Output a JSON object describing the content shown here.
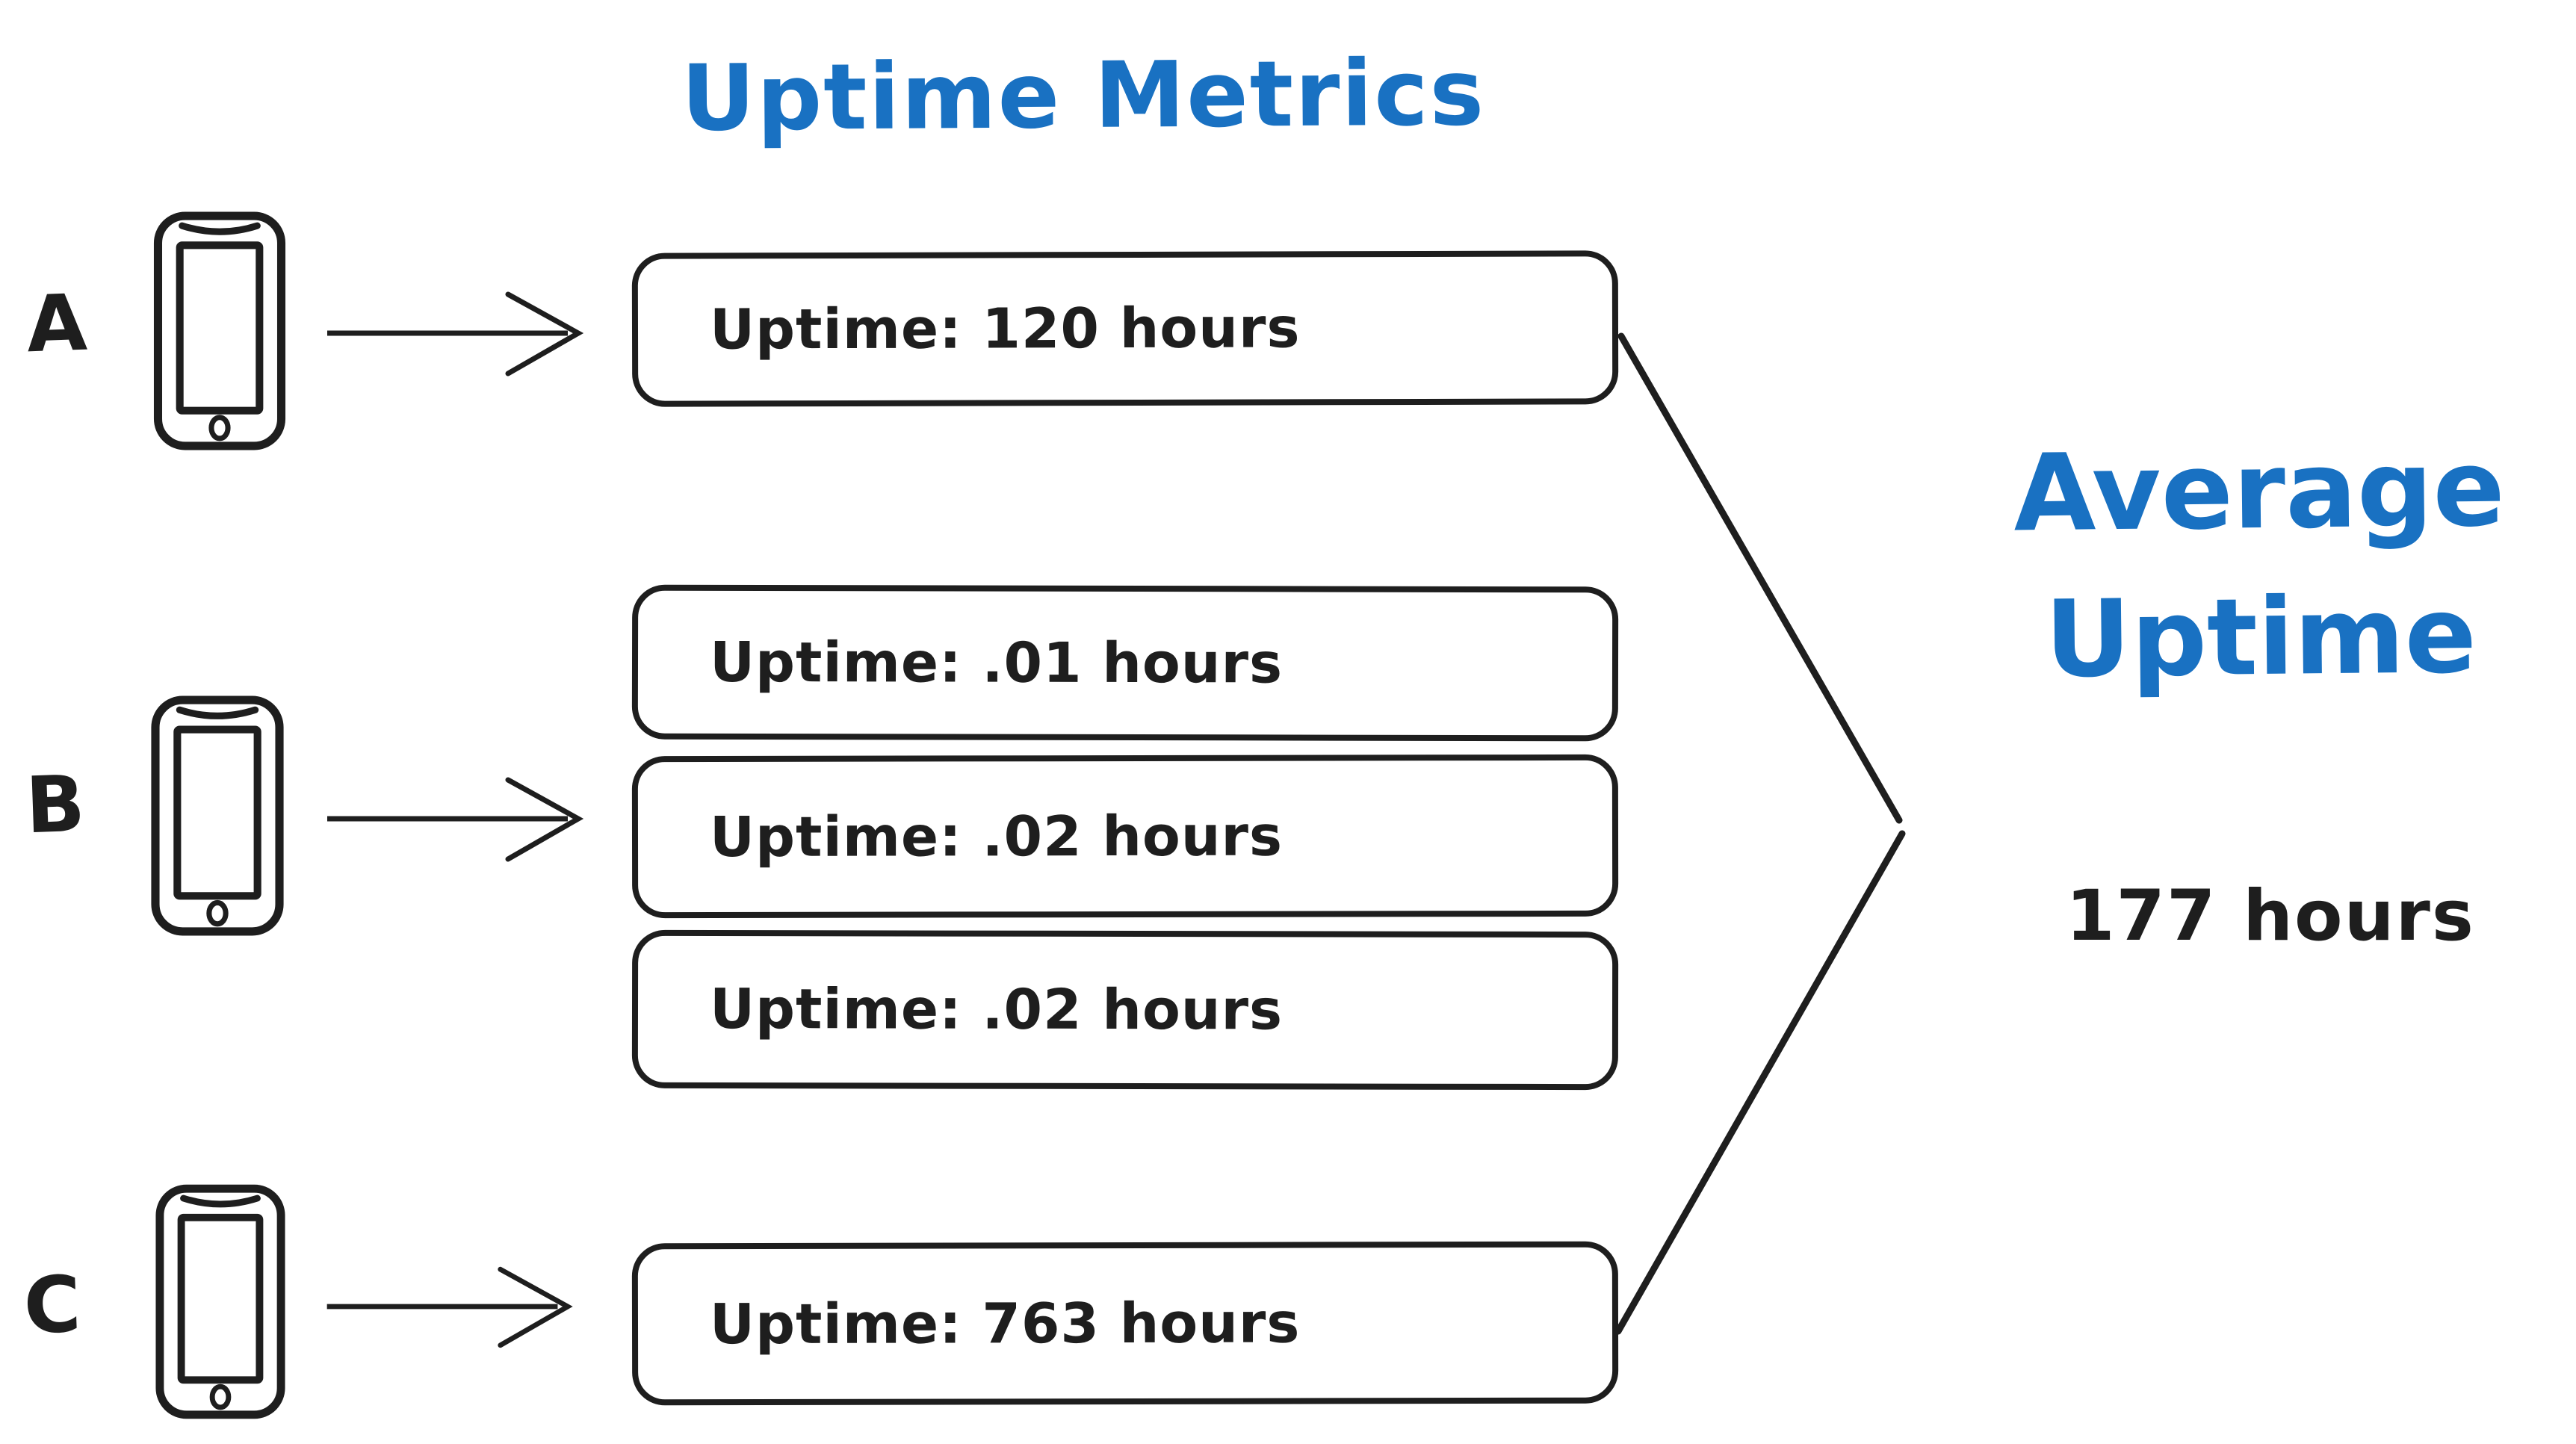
{
  "title": "Uptime Metrics",
  "colors": {
    "accent_blue": "#1971c2",
    "ink": "#1e1e1e",
    "background": "#ffffff"
  },
  "devices": [
    {
      "label": "A",
      "icon": "smartphone-icon",
      "metrics": [
        "Uptime: 120 hours"
      ]
    },
    {
      "label": "B",
      "icon": "smartphone-icon",
      "metrics": [
        "Uptime: .01 hours",
        "Uptime: .02 hours",
        "Uptime: .02 hours"
      ]
    },
    {
      "label": "C",
      "icon": "smartphone-icon",
      "metrics": [
        "Uptime: 763 hours"
      ]
    }
  ],
  "result": {
    "title_line1": "Average",
    "title_line2": "Uptime",
    "value": "177 hours"
  }
}
